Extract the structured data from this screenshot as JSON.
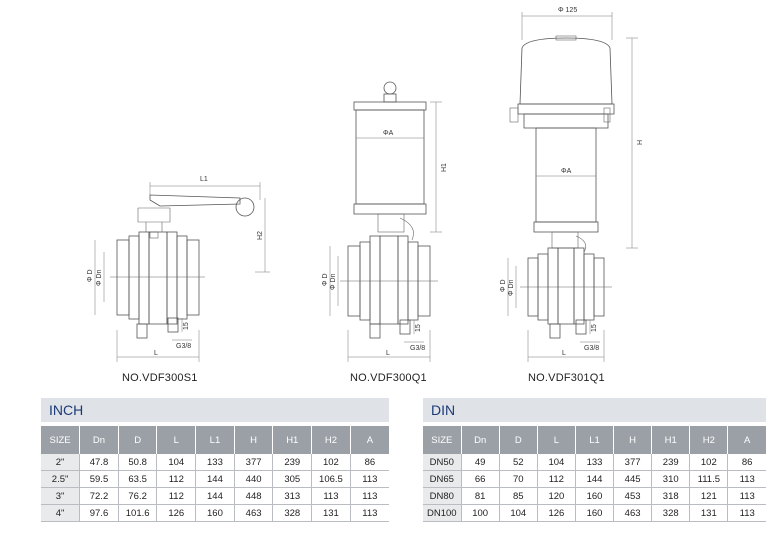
{
  "drawings": [
    {
      "model": "NO.VDF300S1",
      "labels": {
        "l1": "L1",
        "h2": "H2",
        "d": "Φ D",
        "dn": "Φ Dn",
        "n15": "15",
        "g": "G3/8",
        "l": "L"
      }
    },
    {
      "model": "NO.VDF300Q1",
      "labels": {
        "a": "ΦA",
        "h1": "H1",
        "d": "Φ D",
        "dn": "Φ Dn",
        "n15": "15",
        "g": "G3/8",
        "l": "L"
      }
    },
    {
      "model": "NO.VDF301Q1",
      "labels": {
        "top": "Φ 125",
        "a": "ΦA",
        "h": "H",
        "d": "Φ D",
        "dn": "Φ Dn",
        "n15": "15",
        "g": "G3/8",
        "l": "L"
      }
    }
  ],
  "inch": {
    "title": "INCH",
    "columns": [
      "SIZE",
      "Dn",
      "D",
      "L",
      "L1",
      "H",
      "H1",
      "H2",
      "A"
    ],
    "rows": [
      [
        "2\"",
        "47.8",
        "50.8",
        "104",
        "133",
        "377",
        "239",
        "102",
        "86"
      ],
      [
        "2.5\"",
        "59.5",
        "63.5",
        "112",
        "144",
        "440",
        "305",
        "106.5",
        "113"
      ],
      [
        "3\"",
        "72.2",
        "76.2",
        "112",
        "144",
        "448",
        "313",
        "113",
        "113"
      ],
      [
        "4\"",
        "97.6",
        "101.6",
        "126",
        "160",
        "463",
        "328",
        "131",
        "113"
      ]
    ]
  },
  "din": {
    "title": "DIN",
    "columns": [
      "SIZE",
      "Dn",
      "D",
      "L",
      "L1",
      "H",
      "H1",
      "H2",
      "A"
    ],
    "rows": [
      [
        "DN50",
        "49",
        "52",
        "104",
        "133",
        "377",
        "239",
        "102",
        "86"
      ],
      [
        "DN65",
        "66",
        "70",
        "112",
        "144",
        "445",
        "310",
        "111.5",
        "113"
      ],
      [
        "DN80",
        "81",
        "85",
        "120",
        "160",
        "453",
        "318",
        "121",
        "113"
      ],
      [
        "DN100",
        "100",
        "104",
        "126",
        "160",
        "463",
        "328",
        "131",
        "113"
      ]
    ]
  }
}
